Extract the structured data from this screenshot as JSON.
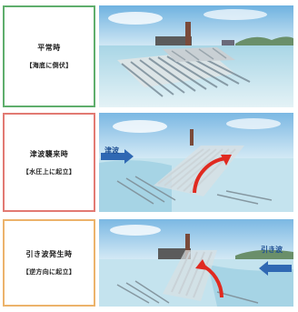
{
  "panels": [
    {
      "title": "平常時",
      "subtitle": "【海底に倒伏】",
      "border_color": "#5fae6c"
    },
    {
      "title": "津波襲来時",
      "subtitle": "【水圧上に起立】",
      "border_color": "#e27a73",
      "wave_label": "津波"
    },
    {
      "title": "引き波発生時",
      "subtitle": "【逆方向に起立】",
      "border_color": "#ecb36b",
      "wave_label": "引き波"
    }
  ],
  "colors": {
    "sky": "#8fc4e6",
    "sea": "#bfe0ec",
    "arrow_red": "#e02a20",
    "arrow_blue": "#2f68b3"
  }
}
